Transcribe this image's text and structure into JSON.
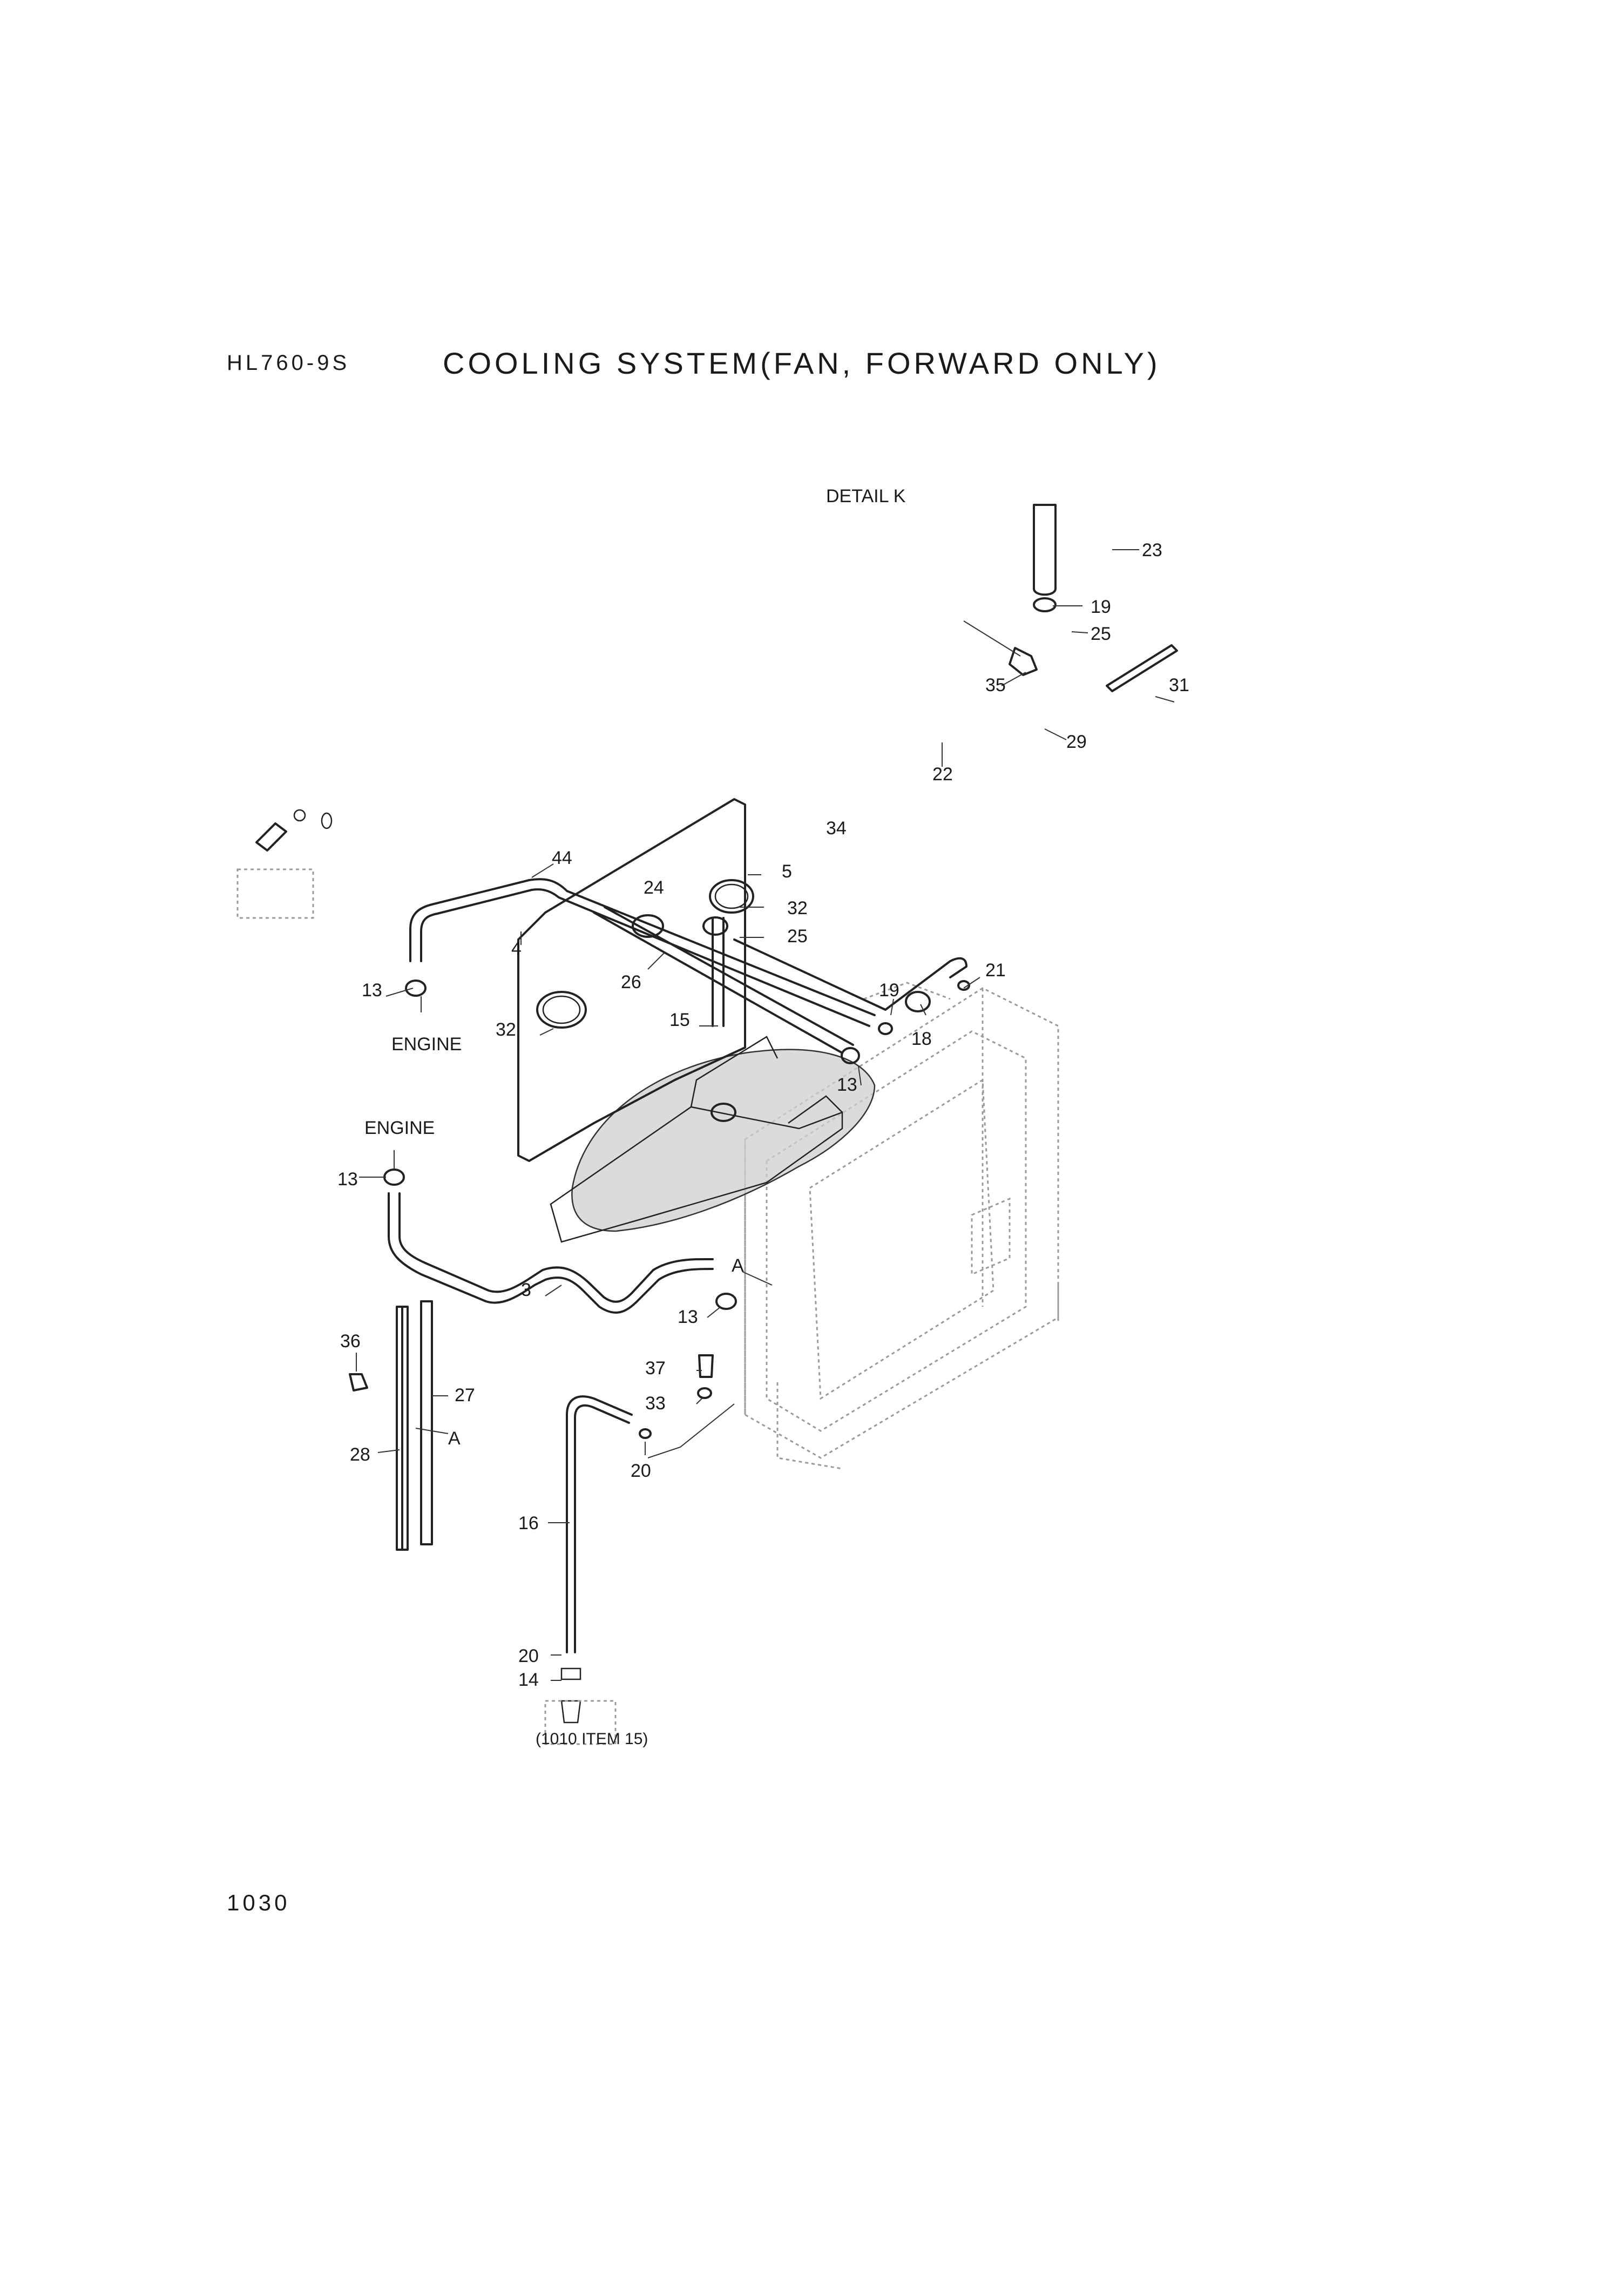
{
  "header": {
    "model": "HL760-9S",
    "title": "COOLING SYSTEM(FAN, FORWARD ONLY)"
  },
  "footer": {
    "page_number": "1030"
  },
  "detail_label": "DETAIL K",
  "annotations": {
    "engine_top": "ENGINE",
    "engine_left": "ENGINE",
    "ref_note": "(1010 ITEM 15)",
    "view_a_upper": "A",
    "view_a_lower": "A"
  },
  "callouts": {
    "c23": "23",
    "c19a": "19",
    "c25a": "25",
    "c35": "35",
    "c31": "31",
    "c29": "29",
    "c22": "22",
    "c34": "34",
    "c44": "44",
    "c5": "5",
    "c24": "24",
    "c32a": "32",
    "c25b": "25",
    "c4": "4",
    "c21": "21",
    "c13a": "13",
    "c26": "26",
    "c19b": "19",
    "c32b": "32",
    "c15": "15",
    "c18": "18",
    "c13b": "13",
    "c13c": "13",
    "c3": "3",
    "c13d": "13",
    "c36": "36",
    "c27": "27",
    "c37": "37",
    "c33": "33",
    "c28": "28",
    "c20a": "20",
    "c16": "16",
    "c20b": "20",
    "c14": "14"
  }
}
